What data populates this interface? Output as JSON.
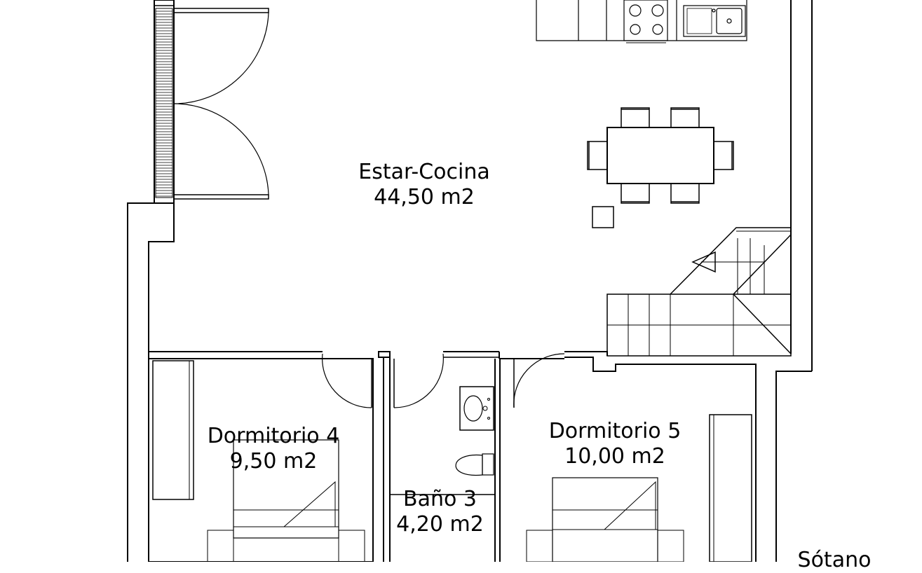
{
  "rooms": {
    "estar_cocina": {
      "name": "Estar-Cocina",
      "area": "44,50 m2"
    },
    "dormitorio_4": {
      "name": "Dormitorio 4",
      "area": "9,50 m2"
    },
    "bano_3": {
      "name": "Baño 3",
      "area": "4,20 m2"
    },
    "dormitorio_5": {
      "name": "Dormitorio 5",
      "area": "10,00 m2"
    },
    "sotano": {
      "name": "Sótano"
    }
  },
  "colors": {
    "line": "#000000",
    "background": "#ffffff"
  }
}
